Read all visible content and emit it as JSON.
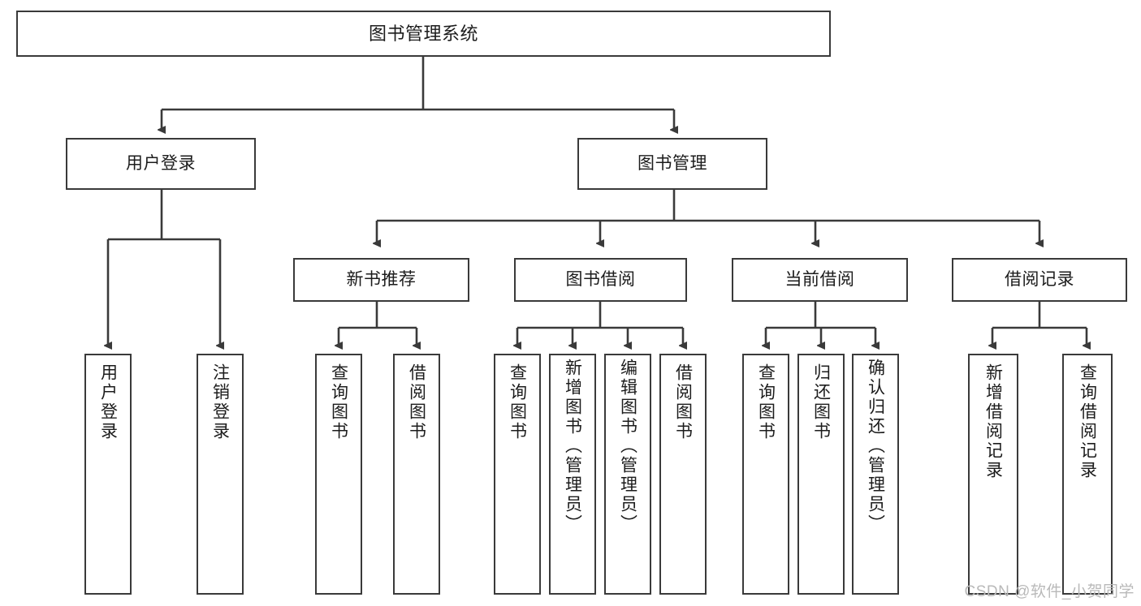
{
  "diagram": {
    "type": "hierarchy-tree",
    "title": "图书管理系统",
    "root": {
      "id": "root",
      "label": "图书管理系统"
    },
    "level2": [
      {
        "id": "user-login",
        "label": "用户登录"
      },
      {
        "id": "book-manage",
        "label": "图书管理"
      }
    ],
    "level3": [
      {
        "id": "new-book-rec",
        "label": "新书推荐",
        "parent": "book-manage"
      },
      {
        "id": "book-borrow",
        "label": "图书借阅",
        "parent": "book-manage"
      },
      {
        "id": "current-borrow",
        "label": "当前借阅",
        "parent": "book-manage"
      },
      {
        "id": "borrow-record",
        "label": "借阅记录",
        "parent": "book-manage"
      }
    ],
    "leaves": {
      "user-login": [
        {
          "id": "leaf-user-login",
          "label": "用户登录"
        },
        {
          "id": "leaf-logout",
          "label": "注销登录"
        }
      ],
      "new-book-rec": [
        {
          "id": "leaf-query-book-1",
          "label": "查询图书"
        },
        {
          "id": "leaf-borrow-book-1",
          "label": "借阅图书"
        }
      ],
      "book-borrow": [
        {
          "id": "leaf-query-book-2",
          "label": "查询图书"
        },
        {
          "id": "leaf-add-book",
          "label": "新增图书（管理员）"
        },
        {
          "id": "leaf-edit-book",
          "label": "编辑图书（管理员）"
        },
        {
          "id": "leaf-borrow-book-2",
          "label": "借阅图书"
        }
      ],
      "current-borrow": [
        {
          "id": "leaf-query-book-3",
          "label": "查询图书"
        },
        {
          "id": "leaf-return-book",
          "label": "归还图书"
        },
        {
          "id": "leaf-confirm-return",
          "label": "确认归还（管理员）"
        }
      ],
      "borrow-record": [
        {
          "id": "leaf-add-record",
          "label": "新增借阅记录"
        },
        {
          "id": "leaf-query-record",
          "label": "查询借阅记录"
        }
      ]
    }
  },
  "watermark": {
    "text": "CSDN @软件_小贺同学"
  },
  "colors": {
    "stroke": "#3a3a3a",
    "background": "#ffffff",
    "text": "#1c1c1c",
    "watermark": "#b9b9b9"
  }
}
